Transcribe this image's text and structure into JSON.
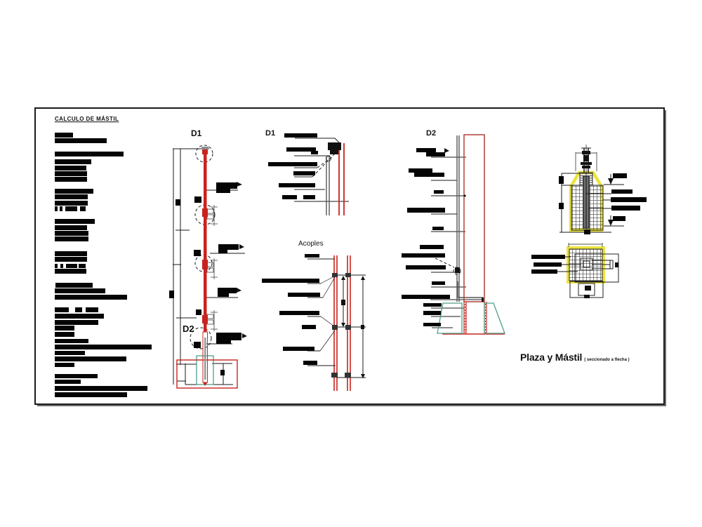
{
  "colors": {
    "red": "#c8231e",
    "dark_red": "#b04038",
    "teal": "#4f9e8c",
    "yellow": "#ece43f",
    "ink": "#1a1a1a"
  },
  "calc": {
    "title": "CALCULO DE MÁSTIL",
    "bars": [
      [
        78,
        189,
        26,
        7
      ],
      [
        78,
        197,
        74,
        7
      ],
      [
        78,
        216,
        98,
        7
      ],
      [
        78,
        227,
        52,
        7
      ],
      [
        78,
        236,
        45,
        7
      ],
      [
        78,
        244,
        46,
        7
      ],
      [
        78,
        252,
        46,
        7
      ],
      [
        78,
        269,
        55,
        7
      ],
      [
        78,
        277,
        47,
        7
      ],
      [
        78,
        286,
        47,
        7
      ],
      [
        78,
        294,
        4,
        7
      ],
      [
        85,
        294,
        4,
        7
      ],
      [
        93,
        294,
        17,
        7
      ],
      [
        114,
        294,
        8,
        7
      ],
      [
        78,
        312,
        57,
        7
      ],
      [
        78,
        321,
        46,
        7
      ],
      [
        78,
        329,
        48,
        7
      ],
      [
        78,
        337,
        48,
        7
      ],
      [
        78,
        358,
        46,
        7
      ],
      [
        78,
        366,
        46,
        7
      ],
      [
        78,
        376,
        4,
        6
      ],
      [
        86,
        376,
        4,
        6
      ],
      [
        94,
        376,
        16,
        6
      ],
      [
        112,
        376,
        10,
        6
      ],
      [
        78,
        383,
        45,
        7
      ],
      [
        79,
        403,
        53,
        7
      ],
      [
        78,
        411,
        72,
        7
      ],
      [
        78,
        420,
        103,
        7
      ],
      [
        78,
        438,
        20,
        7
      ],
      [
        107,
        438,
        10,
        7
      ],
      [
        122,
        438,
        18,
        7
      ],
      [
        78,
        447,
        70,
        7
      ],
      [
        78,
        456,
        62,
        7
      ],
      [
        78,
        464,
        28,
        7
      ],
      [
        78,
        473,
        28,
        7
      ],
      [
        78,
        483,
        48,
        6
      ],
      [
        78,
        491,
        138,
        7
      ],
      [
        78,
        500,
        43,
        6
      ],
      [
        78,
        508,
        102,
        7
      ],
      [
        78,
        517,
        28,
        6
      ],
      [
        78,
        533,
        61,
        6
      ],
      [
        78,
        541,
        37,
        6
      ],
      [
        78,
        550,
        132,
        7
      ],
      [
        78,
        559,
        103,
        7
      ]
    ]
  },
  "elevation": {
    "detail_callout_top": "D1",
    "detail_callout_bottom": "D2",
    "bars": [
      [
        308,
        260,
        30,
        9
      ],
      [
        308,
        269,
        20,
        6
      ],
      [
        311,
        348,
        29,
        8
      ],
      [
        311,
        356,
        13,
        5
      ],
      [
        310,
        410,
        27,
        8
      ],
      [
        310,
        418,
        16,
        5
      ],
      [
        308,
        474,
        36,
        11
      ],
      [
        308,
        485,
        21,
        5
      ],
      [
        277,
        280,
        10,
        9
      ],
      [
        276,
        356,
        10,
        9
      ],
      [
        279,
        441,
        8,
        8
      ],
      [
        276,
        487,
        10,
        9
      ],
      [
        241,
        414,
        7,
        11
      ],
      [
        250,
        284,
        7,
        9
      ],
      [
        314,
        527,
        6,
        8
      ]
    ]
  },
  "detail_d1": {
    "title": "D1",
    "bars": [
      [
        405,
        190,
        47,
        6
      ],
      [
        408,
        210,
        42,
        6
      ],
      [
        443,
        215,
        10,
        5
      ],
      [
        382,
        231,
        70,
        6
      ],
      [
        418,
        244,
        31,
        6
      ],
      [
        397,
        261,
        52,
        6
      ],
      [
        402,
        278,
        21,
        6
      ],
      [
        432,
        278,
        17,
        6
      ]
    ]
  },
  "acoples": {
    "title": "Acoples",
    "bars": [
      [
        434,
        362,
        21,
        5
      ],
      [
        373,
        397,
        82,
        6
      ],
      [
        410,
        417,
        46,
        6
      ],
      [
        398,
        443,
        57,
        6
      ],
      [
        430,
        463,
        20,
        6
      ],
      [
        403,
        494,
        45,
        6
      ],
      [
        432,
        514,
        20,
        6
      ]
    ]
  },
  "detail_d2": {
    "title": "D2",
    "bars": [
      [
        593,
        211,
        28,
        6
      ],
      [
        607,
        217,
        27,
        6
      ],
      [
        582,
        240,
        34,
        6
      ],
      [
        590,
        246,
        43,
        6
      ],
      [
        618,
        271,
        14,
        5
      ],
      [
        580,
        296,
        54,
        7
      ],
      [
        616,
        323,
        16,
        5
      ],
      [
        598,
        349,
        34,
        6
      ],
      [
        572,
        361,
        62,
        6
      ],
      [
        578,
        378,
        57,
        6
      ],
      [
        615,
        401,
        19,
        5
      ],
      [
        572,
        420,
        69,
        6
      ],
      [
        603,
        432,
        26,
        5
      ],
      [
        603,
        443,
        25,
        6
      ],
      [
        603,
        460,
        25,
        5
      ]
    ]
  },
  "right_section": {
    "bars": [
      [
        873,
        247,
        20,
        7
      ],
      [
        871,
        270,
        30,
        6
      ],
      [
        870,
        281,
        51,
        7
      ],
      [
        871,
        293,
        41,
        7
      ],
      [
        873,
        308,
        18,
        7
      ],
      [
        796,
        251,
        7,
        11
      ],
      [
        796,
        289,
        7,
        9
      ],
      [
        832,
        327,
        9,
        7
      ]
    ]
  },
  "right_plan": {
    "bars": [
      [
        757,
        363,
        48,
        6
      ],
      [
        760,
        374,
        40,
        6
      ],
      [
        757,
        384,
        37,
        6
      ]
    ]
  },
  "titleblock": {
    "title": "Plaza y Mástil",
    "subtitle": "( seccionado a flecha )"
  }
}
